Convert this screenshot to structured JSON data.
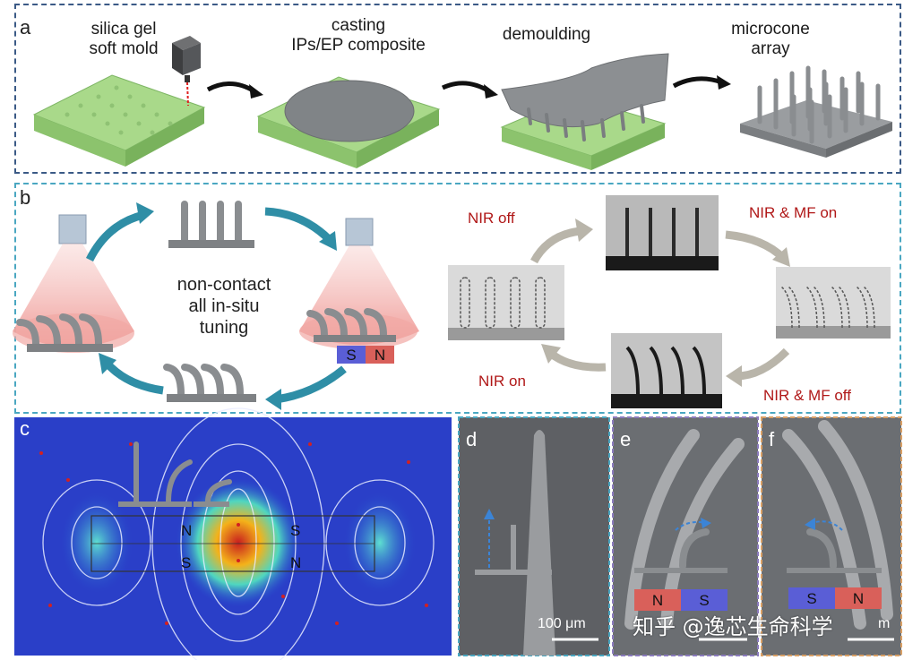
{
  "panel_a": {
    "label": "a",
    "steps": [
      {
        "caption_line1": "silica gel",
        "caption_line2": "soft mold"
      },
      {
        "caption_line1": "casting",
        "caption_line2": "IPs/EP composite"
      },
      {
        "caption_line1": "demoulding",
        "caption_line2": ""
      },
      {
        "caption_line1": "microcone",
        "caption_line2": "array"
      }
    ]
  },
  "panel_b": {
    "label": "b",
    "center_line1": "non-contact",
    "center_line2": "all in-situ",
    "center_line3": "tuning",
    "magnet_s": "S",
    "magnet_n": "N",
    "states": {
      "nir_off": "NIR off",
      "nir_mf_on": "NIR & MF on",
      "nir_on": "NIR on",
      "nir_mf_off": "NIR & MF off"
    }
  },
  "panel_c": {
    "label": "c",
    "pole_top_left": "N",
    "pole_bottom_left": "S",
    "pole_top_right": "S",
    "pole_bottom_right": "N"
  },
  "panel_d": {
    "label": "d",
    "scale": "100 μm"
  },
  "panel_e": {
    "label": "e",
    "magnet_left": "N",
    "magnet_right": "S"
  },
  "panel_f": {
    "label": "f",
    "magnet_left": "S",
    "magnet_right": "N",
    "scale_tail": "m"
  },
  "watermark": "知乎 @逸芯生命科学",
  "colors": {
    "mold_green": "#a9d98a",
    "structure_gray": "#8f9295",
    "arrow_teal": "#2f8ea6",
    "arrow_gray": "#b9b5aa",
    "state_red": "#b01818",
    "magnet_blue": "#5a5ed6",
    "magnet_red": "#d9605a"
  }
}
